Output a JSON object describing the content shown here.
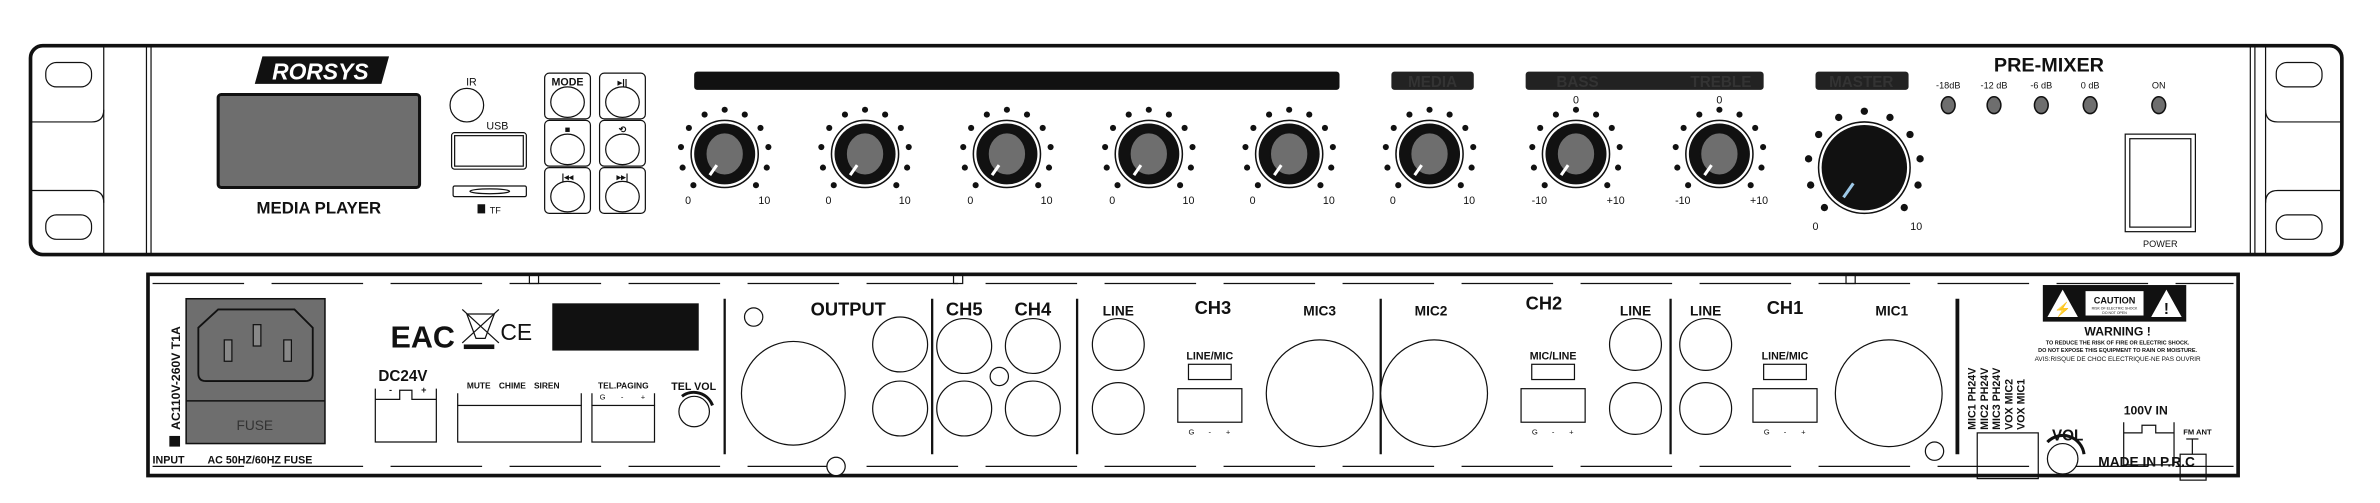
{
  "front": {
    "brand": "RORSYS",
    "display_label": "MEDIA PLAYER",
    "ir_label": "IR",
    "usb_label": "USB",
    "tf_label": "TF",
    "buttons": [
      {
        "label": "MODE",
        "icon": "mode"
      },
      {
        "label": "■",
        "icon": "stop-icon"
      },
      {
        "label": "|◂◂",
        "icon": "previous-icon"
      },
      {
        "label": "▸||",
        "icon": "play-pause-icon"
      },
      {
        "label": "⟲",
        "icon": "repeat-icon"
      },
      {
        "label": "▸▸|",
        "icon": "next-icon"
      }
    ],
    "section_labels": {
      "media": "MEDIA",
      "bass": "BASS",
      "treble": "TREBLE",
      "master": "MASTER"
    },
    "knobs": [
      {
        "id": "ch1",
        "min": "0",
        "max": "10",
        "center": ""
      },
      {
        "id": "ch2",
        "min": "0",
        "max": "10",
        "center": ""
      },
      {
        "id": "ch3",
        "min": "0",
        "max": "10",
        "center": ""
      },
      {
        "id": "ch4",
        "min": "0",
        "max": "10",
        "center": ""
      },
      {
        "id": "ch5",
        "min": "0",
        "max": "10",
        "center": ""
      },
      {
        "id": "media",
        "min": "0",
        "max": "10",
        "center": ""
      },
      {
        "id": "bass",
        "min": "-10",
        "max": "+10",
        "center": "0"
      },
      {
        "id": "treble",
        "min": "-10",
        "max": "+10",
        "center": "0"
      },
      {
        "id": "master",
        "min": "0",
        "max": "10",
        "center": ""
      }
    ],
    "title": "PRE-MIXER",
    "leds": [
      "-18dB",
      "-12 dB",
      "-6 dB",
      "0 dB",
      "ON"
    ],
    "power_label": "POWER",
    "colors": {
      "display": "#6e6e6e",
      "knob_cap": "#6e6e6e",
      "panel_stroke": "#111111",
      "master_pointer": "#9ec9e8"
    }
  },
  "rear": {
    "power_rating": "AC110V-260V T1A",
    "input_label": "INPUT",
    "fuse_caption": "AC 50HZ/60HZ FUSE",
    "fuse_label": "FUSE",
    "eac": "EAC",
    "ce": "CE",
    "dc_label": "DC24V",
    "dc_terminals": [
      "-",
      "+"
    ],
    "control_labels": [
      "MUTE",
      "CHIME",
      "SIREN"
    ],
    "tel_paging": "TEL.PAGING",
    "tel_terminals": [
      "G",
      "-",
      "+"
    ],
    "tel_vol": "TEL VOL",
    "output": "OUTPUT",
    "ch5": "CH5",
    "ch4": "CH4",
    "ch3": "CH3",
    "ch2": "CH2",
    "ch1": "CH1",
    "line": "LINE",
    "line_mic": "LINE/MIC",
    "mic_line": "MIC/LINE",
    "mic3": "MIC3",
    "mic2": "MIC2",
    "mic1": "MIC1",
    "ch_terminals": [
      "G",
      "-",
      "+"
    ],
    "dip_labels": [
      "MIC1 PH24V",
      "MIC2 PH24V",
      "MIC3 PH24V",
      "VOX MIC2",
      "VOX MIC1"
    ],
    "vol": "VOL",
    "in100v": "100V IN",
    "fm_ant": "FM ANT",
    "caution": "CAUTION",
    "caution_sub1": "RISK OF ELECTRIC SHOCK",
    "caution_sub2": "DO NOT OPEN",
    "warning": "WARNING !",
    "warning_line1": "TO REDUCE THE RISK OF FIRE OR ELECTRIC SHOCK.",
    "warning_line2": "DO NOT EXPOSE THIS EQUIPMENT TO RAIN OR MOISTURE.",
    "warning_line3": "AVIS:RISQUE DE CHOC ELECTRIQUE-NE PAS OUVRIR",
    "made_in": "MADE IN P.R.C"
  }
}
